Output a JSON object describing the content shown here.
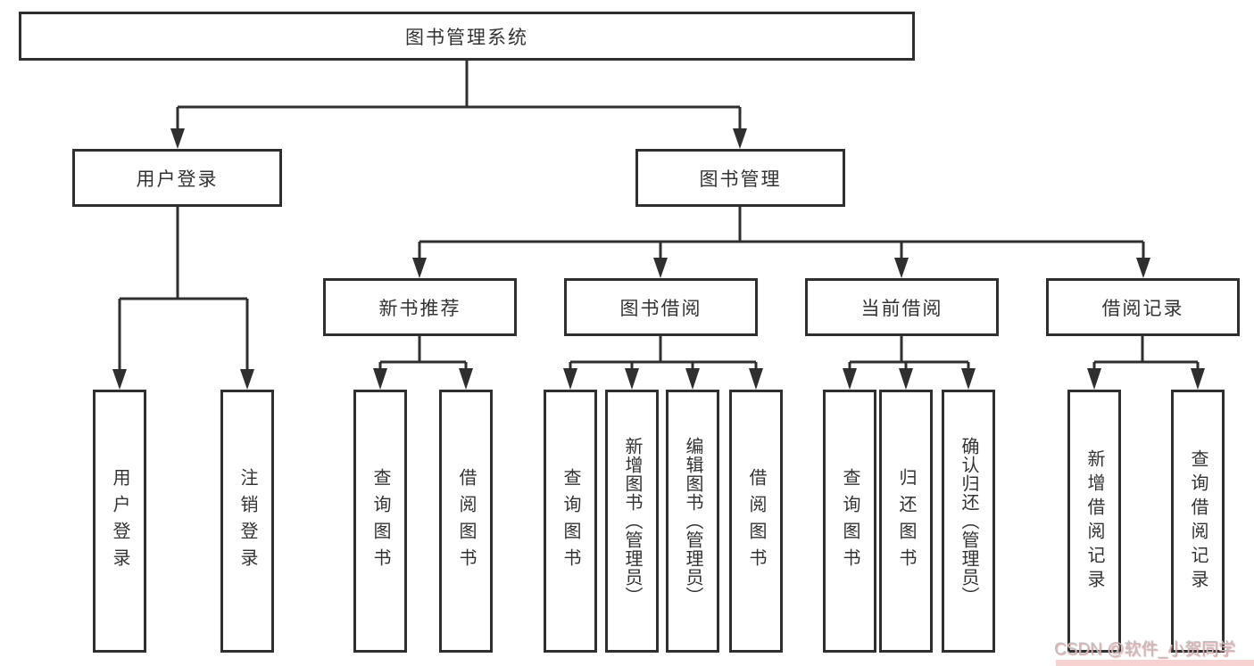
{
  "diagram": {
    "root": {
      "label": "图书管理系统",
      "children": [
        {
          "label": "用户登录",
          "children": [
            {
              "label": "用户登录"
            },
            {
              "label": "注销登录"
            }
          ]
        },
        {
          "label": "图书管理",
          "children": [
            {
              "label": "新书推荐",
              "children": [
                {
                  "label": "查询图书"
                },
                {
                  "label": "借阅图书"
                }
              ]
            },
            {
              "label": "图书借阅",
              "children": [
                {
                  "label": "查询图书"
                },
                {
                  "label": "新增图书（管理员）"
                },
                {
                  "label": "编辑图书（管理员）"
                },
                {
                  "label": "借阅图书"
                }
              ]
            },
            {
              "label": "当前借阅",
              "children": [
                {
                  "label": "查询图书"
                },
                {
                  "label": "归还图书"
                },
                {
                  "label": "确认归还（管理员）"
                }
              ]
            },
            {
              "label": "借阅记录",
              "children": [
                {
                  "label": "新增借阅记录"
                },
                {
                  "label": "查询借阅记录"
                }
              ]
            }
          ]
        }
      ]
    },
    "watermark": "CSDN @软件_小贺同学",
    "colors": {
      "line": "#2f2f2f",
      "box_border": "#2f2f2f",
      "text": "#333333",
      "background": "#ffffff",
      "watermark_text": "#c0c0c0",
      "watermark_accent": "#de6868"
    }
  }
}
